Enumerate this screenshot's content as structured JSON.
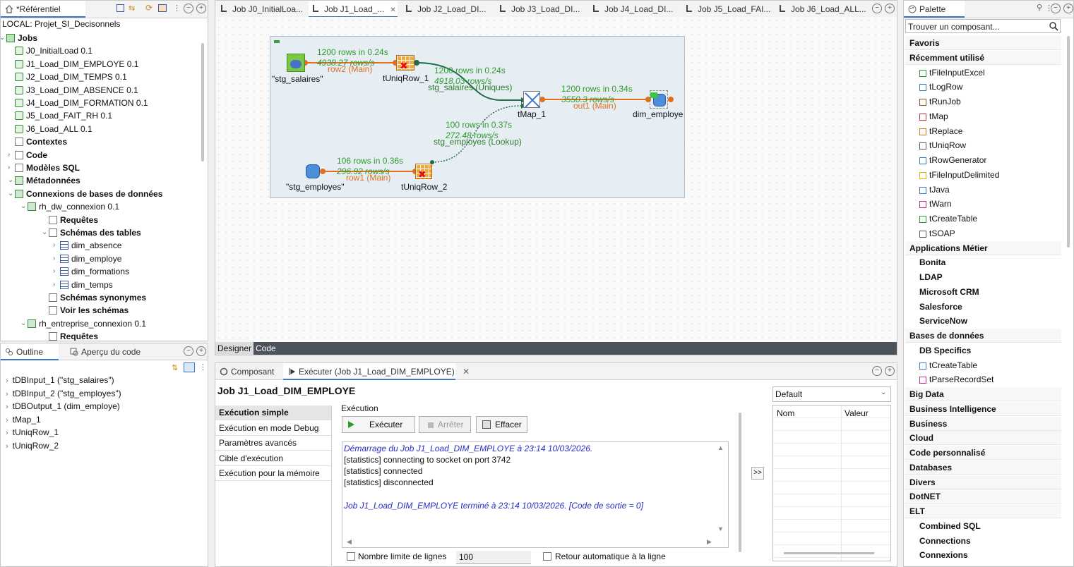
{
  "repository": {
    "tab_label": "*Référentiel",
    "project": "LOCAL: Projet_SI_Decisonnels",
    "tree": [
      {
        "label": "Jobs",
        "bold": true,
        "depth": 0,
        "icon": "jobs-folder-icon",
        "twisty": "v"
      },
      {
        "label": "J0_InitialLoad 0.1",
        "depth": 2,
        "icon": "job-icon"
      },
      {
        "label": "J1_Load_DIM_EMPLOYE 0.1",
        "depth": 2,
        "icon": "job-icon"
      },
      {
        "label": "J2_Load_DIM_TEMPS 0.1",
        "depth": 2,
        "icon": "job-icon"
      },
      {
        "label": "J3_Load_DIM_ABSENCE 0.1",
        "depth": 2,
        "icon": "job-icon"
      },
      {
        "label": "J4_Load_DIM_FORMATION 0.1",
        "depth": 2,
        "icon": "job-icon"
      },
      {
        "label": "J5_Load_FAIT_RH 0.1",
        "depth": 2,
        "icon": "job-icon"
      },
      {
        "label": "J6_Load_ALL 0.1",
        "depth": 2,
        "icon": "job-icon"
      },
      {
        "label": "Contextes",
        "bold": true,
        "depth": 1,
        "icon": "context-icon"
      },
      {
        "label": "Code",
        "bold": true,
        "depth": 1,
        "icon": "code-icon",
        "twisty": ">"
      },
      {
        "label": "Modèles SQL",
        "bold": true,
        "depth": 1,
        "icon": "sql-icon",
        "twisty": ">"
      },
      {
        "label": "Métadonnées",
        "bold": true,
        "depth": 1,
        "icon": "metadata-icon",
        "twisty": "v"
      },
      {
        "label": "Connexions de bases de données",
        "bold": true,
        "depth": 2,
        "icon": "db-connection-icon",
        "twisty": "v"
      },
      {
        "label": "rh_dw_connexion 0.1",
        "depth": 3,
        "icon": "db-connection-icon",
        "twisty": "v"
      },
      {
        "label": "Requêtes",
        "bold": true,
        "depth": 4,
        "icon": "folder-icon"
      },
      {
        "label": "Schémas des tables",
        "bold": true,
        "depth": 4,
        "icon": "folder-icon",
        "twisty": "v"
      },
      {
        "label": "dim_absence",
        "depth": 5,
        "icon": "table-icon",
        "twisty": ">"
      },
      {
        "label": "dim_employe",
        "depth": 5,
        "icon": "table-icon",
        "twisty": ">"
      },
      {
        "label": "dim_formations",
        "depth": 5,
        "icon": "table-icon",
        "twisty": ">"
      },
      {
        "label": "dim_temps",
        "depth": 5,
        "icon": "table-icon",
        "twisty": ">"
      },
      {
        "label": "Schémas synonymes",
        "bold": true,
        "depth": 4,
        "icon": "folder-icon"
      },
      {
        "label": "Voir les schémas",
        "bold": true,
        "depth": 4,
        "icon": "folder-icon"
      },
      {
        "label": "rh_entreprise_connexion 0.1",
        "depth": 3,
        "icon": "db-connection-icon",
        "twisty": "v"
      },
      {
        "label": "Requêtes",
        "bold": true,
        "depth": 4,
        "icon": "folder-icon"
      }
    ]
  },
  "outline": {
    "tab_outline": "Outline",
    "tab_code": "Aperçu du code",
    "items": [
      "tDBInput_1 (\"stg_salaires\")",
      "tDBInput_2 (\"stg_employes\")",
      "tDBOutput_1 (dim_employe)",
      "tMap_1",
      "tUniqRow_1",
      "tUniqRow_2"
    ]
  },
  "editor": {
    "tabs": [
      "Job J0_InitialLoa...",
      "Job J1_Load_...",
      "Job J2_Load_DI...",
      "Job J3_Load_DI...",
      "Job J4_Load_DI...",
      "Job J5_Load_FAI...",
      "Job J6_Load_ALL..."
    ],
    "active_tab": 1,
    "bottom_tabs": [
      "Designer",
      "Code"
    ]
  },
  "job_design": {
    "components": {
      "stg_salaires": "\"stg_salaires\"",
      "uniq1": "tUniqRow_1",
      "tmap": "tMap_1",
      "dim_employe": "dim_employe",
      "stg_employes": "\"stg_employes\"",
      "uniq2": "tUniqRow_2"
    },
    "flows": {
      "f1_stat": "1200 rows in 0.24s",
      "f1_rate": "4938.27 rows/s",
      "f1_name": "row2 (Main)",
      "f2_stat": "1200 rows in 0.24s",
      "f2_rate": "4918.03 rows/s",
      "f2_name": "stg_salaires (Uniques)",
      "f3_stat": "1200 rows in 0.34s",
      "f3_rate": "3550.3 rows/s",
      "f3_name": "out1 (Main)",
      "f4_stat": "106 rows in 0.36s",
      "f4_rate": "296.92 rows/s",
      "f4_name": "row1 (Main)",
      "f5_stat": "100 rows in 0.37s",
      "f5_rate": "272.48 rows/s",
      "f5_name": "stg_employes (Lookup)"
    }
  },
  "run_panel": {
    "tab_component": "Composant",
    "tab_run": "Exécuter (Job J1_Load_DIM_EMPLOYE)",
    "title": "Job J1_Load_DIM_EMPLOYE",
    "nav": [
      "Exécution simple",
      "Exécution en mode Debug",
      "Paramètres avancés",
      "Cible d'exécution",
      "Exécution pour la mémoire"
    ],
    "group_label": "Exécution",
    "btn_run": "Exécuter",
    "btn_stop": "Arrêter",
    "btn_clear": "Effacer",
    "log": {
      "start": "Démarrage du Job J1_Load_DIM_EMPLOYE à 23:14 10/03/2026.",
      "l1": "[statistics] connecting to socket on port 3742",
      "l2": "[statistics] connected",
      "l3": "[statistics] disconnected",
      "end": "Job J1_Load_DIM_EMPLOYE terminé à 23:14 10/03/2026. [Code de sortie  = 0]"
    },
    "limit_label": "Nombre limite de lignes",
    "limit_value": "100",
    "wrap_label": "Retour automatique à la ligne",
    "context_select": "Default",
    "col_name": "Nom",
    "col_value": "Valeur",
    "expand_btn": ">>"
  },
  "palette": {
    "tab_label": "Palette",
    "search_placeholder": "Trouver un composant...",
    "rows": [
      {
        "label": "Favoris",
        "kind": "cat"
      },
      {
        "label": "Récemment utilisé",
        "kind": "cat"
      },
      {
        "label": "tFileInputExcel",
        "kind": "item"
      },
      {
        "label": "tLogRow",
        "kind": "item"
      },
      {
        "label": "tRunJob",
        "kind": "item"
      },
      {
        "label": "tMap",
        "kind": "item"
      },
      {
        "label": "tReplace",
        "kind": "item"
      },
      {
        "label": "tUniqRow",
        "kind": "item"
      },
      {
        "label": "tRowGenerator",
        "kind": "item"
      },
      {
        "label": "tFileInputDelimited",
        "kind": "item"
      },
      {
        "label": "tJava",
        "kind": "item"
      },
      {
        "label": "tWarn",
        "kind": "item"
      },
      {
        "label": "tCreateTable",
        "kind": "item"
      },
      {
        "label": "tSOAP",
        "kind": "item"
      },
      {
        "label": "Applications Métier",
        "kind": "cat"
      },
      {
        "label": "Bonita",
        "kind": "sub"
      },
      {
        "label": "LDAP",
        "kind": "sub"
      },
      {
        "label": "Microsoft CRM",
        "kind": "sub"
      },
      {
        "label": "Salesforce",
        "kind": "sub"
      },
      {
        "label": "ServiceNow",
        "kind": "sub"
      },
      {
        "label": "Bases de données",
        "kind": "cat"
      },
      {
        "label": "DB Specifics",
        "kind": "sub"
      },
      {
        "label": "tCreateTable",
        "kind": "item"
      },
      {
        "label": "tParseRecordSet",
        "kind": "item"
      },
      {
        "label": "Big Data",
        "kind": "cat"
      },
      {
        "label": "Business Intelligence",
        "kind": "cat"
      },
      {
        "label": "Business",
        "kind": "cat"
      },
      {
        "label": "Cloud",
        "kind": "cat"
      },
      {
        "label": "Code personnalisé",
        "kind": "cat"
      },
      {
        "label": "Databases",
        "kind": "cat"
      },
      {
        "label": "Divers",
        "kind": "cat"
      },
      {
        "label": "DotNET",
        "kind": "cat"
      },
      {
        "label": "ELT",
        "kind": "cat"
      },
      {
        "label": "Combined SQL",
        "kind": "sub"
      },
      {
        "label": "Connections",
        "kind": "sub"
      },
      {
        "label": "Connexions",
        "kind": "sub"
      }
    ]
  },
  "colors": {
    "accent": "#3c78c8",
    "flow_main": "#e07020",
    "flow_stat": "#2e9a2e",
    "log_blue": "#2b2bc8",
    "subjob_bg": "#e6eef3"
  }
}
